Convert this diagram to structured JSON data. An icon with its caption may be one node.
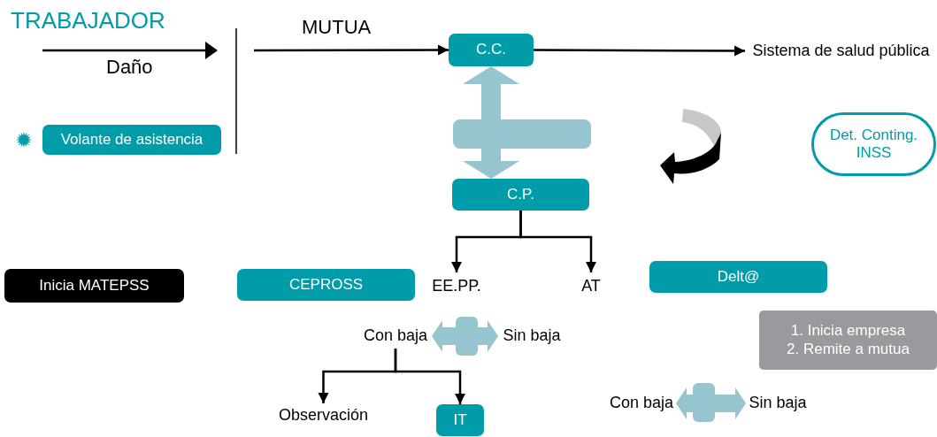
{
  "diagram": {
    "nodes": [
      {
        "text": [
          "C.C."
        ]
      },
      {
        "text": [
          "Sistema de salud pública"
        ]
      },
      {
        "text": [
          "Volante de asistencia"
        ]
      },
      {
        "text": [
          "Det. Conting. INSS"
        ]
      },
      {
        "text": [
          "C.P."
        ]
      },
      {
        "text": [
          "Inicia MATEPSS"
        ]
      },
      {
        "text": [
          "CEPROSS"
        ]
      },
      {
        "text": [
          "EE.PP."
        ]
      },
      {
        "text": [
          "AT"
        ]
      },
      {
        "text": [
          "Delt@"
        ]
      },
      {
        "text": [
          "Con baja"
        ]
      },
      {
        "text": [
          "Sin baja"
        ]
      },
      {
        "text": [
          "1. Inicia empresa",
          "2. Remite a mutua"
        ]
      },
      {
        "text": [
          "Observación"
        ]
      },
      {
        "text": [
          "IT"
        ]
      },
      {
        "text": [
          "Con baja"
        ]
      },
      {
        "text": [
          "Sin baja"
        ]
      }
    ],
    "edges": [
      {
        "from": null,
        "to": 0,
        "arrow": "to"
      },
      {
        "from": 0,
        "to": 1,
        "arrow": "to"
      },
      {
        "from": 0,
        "to": 4,
        "arrow": "both",
        "style": "thick",
        "color": "#96c5d0"
      },
      {
        "from": 4,
        "to": 7,
        "arrow": "to"
      },
      {
        "from": 4,
        "to": 8,
        "arrow": "to"
      },
      {
        "from": 10,
        "to": 11,
        "arrow": "both",
        "style": "thick",
        "color": "#96c5d0"
      },
      {
        "from": 10,
        "to": 13,
        "arrow": "to"
      },
      {
        "from": 10,
        "to": 14,
        "arrow": "to"
      },
      {
        "from": 15,
        "to": 16,
        "arrow": "both",
        "style": "thick",
        "color": "#96c5d0"
      }
    ],
    "labels": [
      "TRABAJADOR",
      "Daño",
      "MUTUA"
    ]
  }
}
